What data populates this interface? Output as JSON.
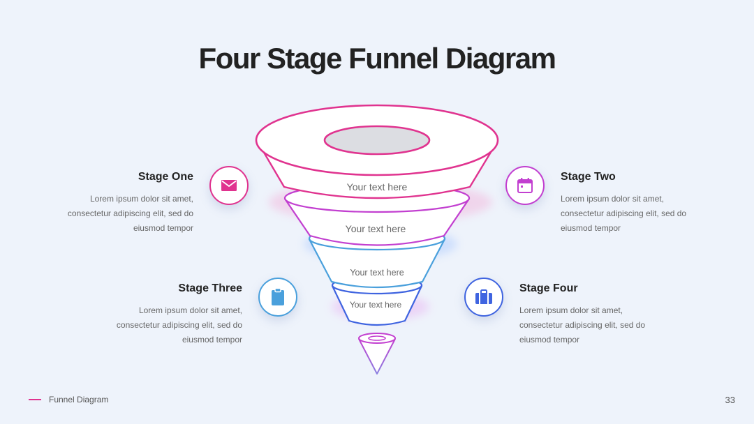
{
  "title": "Four Stage Funnel Diagram",
  "funnel": {
    "labels": [
      "Your text here",
      "Your text here",
      "Your text here",
      "Your text here"
    ]
  },
  "stages": [
    {
      "title": "Stage One",
      "desc": [
        "Lorem ipsum dolor sit amet,",
        "consectetur adipiscing elit, sed do",
        "eiusmod tempor"
      ],
      "icon": "envelope-icon",
      "color": "#e0338f"
    },
    {
      "title": "Stage Two",
      "desc": [
        "Lorem ipsum dolor sit amet,",
        "consectetur adipiscing elit, sed do",
        "eiusmod tempor"
      ],
      "icon": "calendar-icon",
      "color": "#c23fd0"
    },
    {
      "title": "Stage Three",
      "desc": [
        "Lorem ipsum dolor sit amet,",
        "consectetur adipiscing elit, sed do",
        "eiusmod tempor"
      ],
      "icon": "clipboard-icon",
      "color": "#4aa0dc"
    },
    {
      "title": "Stage Four",
      "desc": [
        "Lorem ipsum dolor sit amet,",
        "consectetur adipiscing elit, sed do",
        "eiusmod tempor"
      ],
      "icon": "briefcase-icon",
      "color": "#3f64e0"
    }
  ],
  "footer": {
    "label": "Funnel Diagram",
    "page": "33"
  },
  "colors": {
    "pink": "#e0338f",
    "purple": "#c23fd0",
    "blue": "#4aa0dc",
    "indigo": "#3f64e0",
    "background": "#eef3fb"
  }
}
